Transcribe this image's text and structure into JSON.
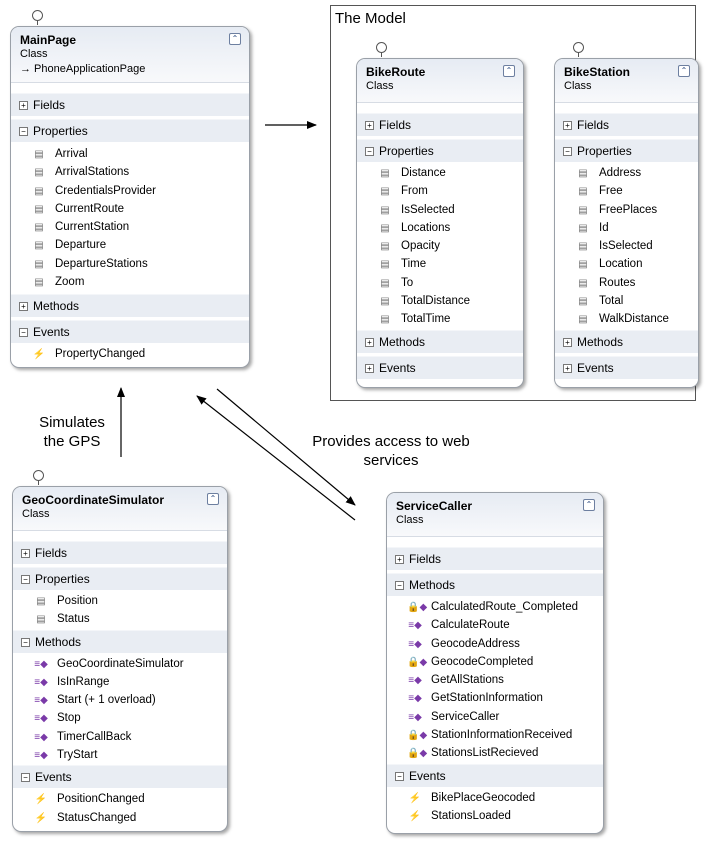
{
  "model_title": "The Model",
  "annotations": {
    "simulates": "Simulates\nthe GPS",
    "provides": "Provides access to web\nservices"
  },
  "classes": {
    "main_page": {
      "name": "MainPage",
      "kind": "Class",
      "base": "→ PhoneApplicationPage",
      "fields": "Fields",
      "properties": "Properties",
      "property_items": [
        "Arrival",
        "ArrivalStations",
        "CredentialsProvider",
        "CurrentRoute",
        "CurrentStation",
        "Departure",
        "DepartureStations",
        "Zoom"
      ],
      "methods": "Methods",
      "events": "Events",
      "event_items": [
        "PropertyChanged"
      ]
    },
    "bike_route": {
      "name": "BikeRoute",
      "kind": "Class",
      "fields": "Fields",
      "properties": "Properties",
      "property_items": [
        "Distance",
        "From",
        "IsSelected",
        "Locations",
        "Opacity",
        "Time",
        "To",
        "TotalDistance",
        "TotalTime"
      ],
      "methods": "Methods",
      "events": "Events"
    },
    "bike_station": {
      "name": "BikeStation",
      "kind": "Class",
      "fields": "Fields",
      "properties": "Properties",
      "property_items": [
        "Address",
        "Free",
        "FreePlaces",
        "Id",
        "IsSelected",
        "Location",
        "Routes",
        "Total",
        "WalkDistance"
      ],
      "methods": "Methods",
      "events": "Events"
    },
    "geo_sim": {
      "name": "GeoCoordinateSimulator",
      "kind": "Class",
      "fields": "Fields",
      "properties": "Properties",
      "property_items": [
        "Position",
        "Status"
      ],
      "methods": "Methods",
      "method_items": [
        "GeoCoordinateSimulator",
        "IsInRange",
        "Start (+ 1 overload)",
        "Stop",
        "TimerCallBack",
        "TryStart"
      ],
      "events": "Events",
      "event_items": [
        "PositionChanged",
        "StatusChanged"
      ]
    },
    "service_caller": {
      "name": "ServiceCaller",
      "kind": "Class",
      "fields": "Fields",
      "methods": "Methods",
      "method_items": [
        "CalculatedRoute_Completed",
        "CalculateRoute",
        "GeocodeAddress",
        "GeocodeCompleted",
        "GetAllStations",
        "GetStationInformation",
        "ServiceCaller",
        "StationInformationReceived",
        "StationsListRecieved"
      ],
      "events": "Events",
      "event_items": [
        "BikePlaceGeocoded",
        "StationsLoaded"
      ]
    }
  },
  "icons": {
    "collapse": "double-chevron-up-icon",
    "expand_toggle": "plus-box-icon",
    "collapse_toggle": "minus-box-icon",
    "property": "property-icon",
    "method": "method-icon",
    "event": "event-lightning-icon"
  },
  "colors": {
    "header_gradient_top": "#e6ebf3",
    "section_band": "#e9edf3",
    "border": "#9aa0a8"
  }
}
